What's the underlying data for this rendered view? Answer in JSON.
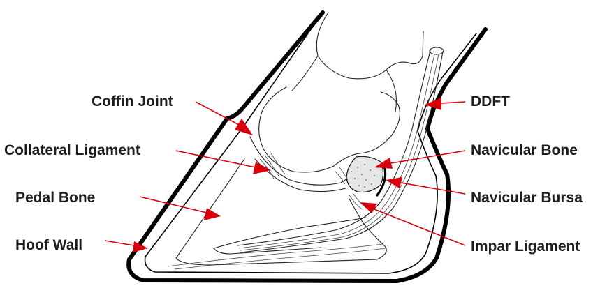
{
  "labels": {
    "coffin_joint": "Coffin Joint",
    "collateral_ligament": "Collateral Ligament",
    "pedal_bone": "Pedal Bone",
    "hoof_wall": "Hoof Wall",
    "ddft": "DDFT",
    "navicular_bone": "Navicular Bone",
    "navicular_bursa": "Navicular Bursa",
    "impar_ligament": "Impar Ligament"
  },
  "colors": {
    "arrow": "#d8000a",
    "text": "#1e1e1e",
    "outline": "#000000"
  }
}
